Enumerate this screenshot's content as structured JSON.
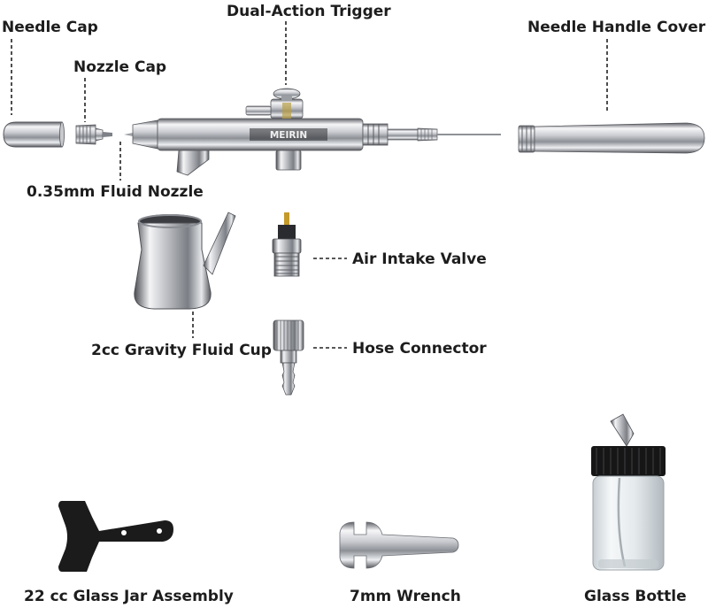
{
  "labels": {
    "needle_cap": "Needle Cap",
    "nozzle_cap": "Nozzle Cap",
    "dual_action_trigger": "Dual-Action Trigger",
    "needle_handle_cover": "Needle Handle Cover",
    "fluid_nozzle": "0.35mm Fluid Nozzle",
    "air_intake_valve": "Air Intake Valve",
    "gravity_cup": "2cc Gravity Fluid Cup",
    "hose_connector": "Hose Connector",
    "glass_jar_assembly": "22 cc Glass Jar Assembly",
    "wrench": "7mm Wrench",
    "glass_bottle": "Glass Bottle"
  },
  "brand_mark": "MEIRIN",
  "colors": {
    "chrome_light": "#f4f4f6",
    "chrome_mid": "#b9bbc0",
    "chrome_dark": "#4e5056",
    "black_part": "#1a1a1a",
    "glass": "#dfe6ea"
  }
}
